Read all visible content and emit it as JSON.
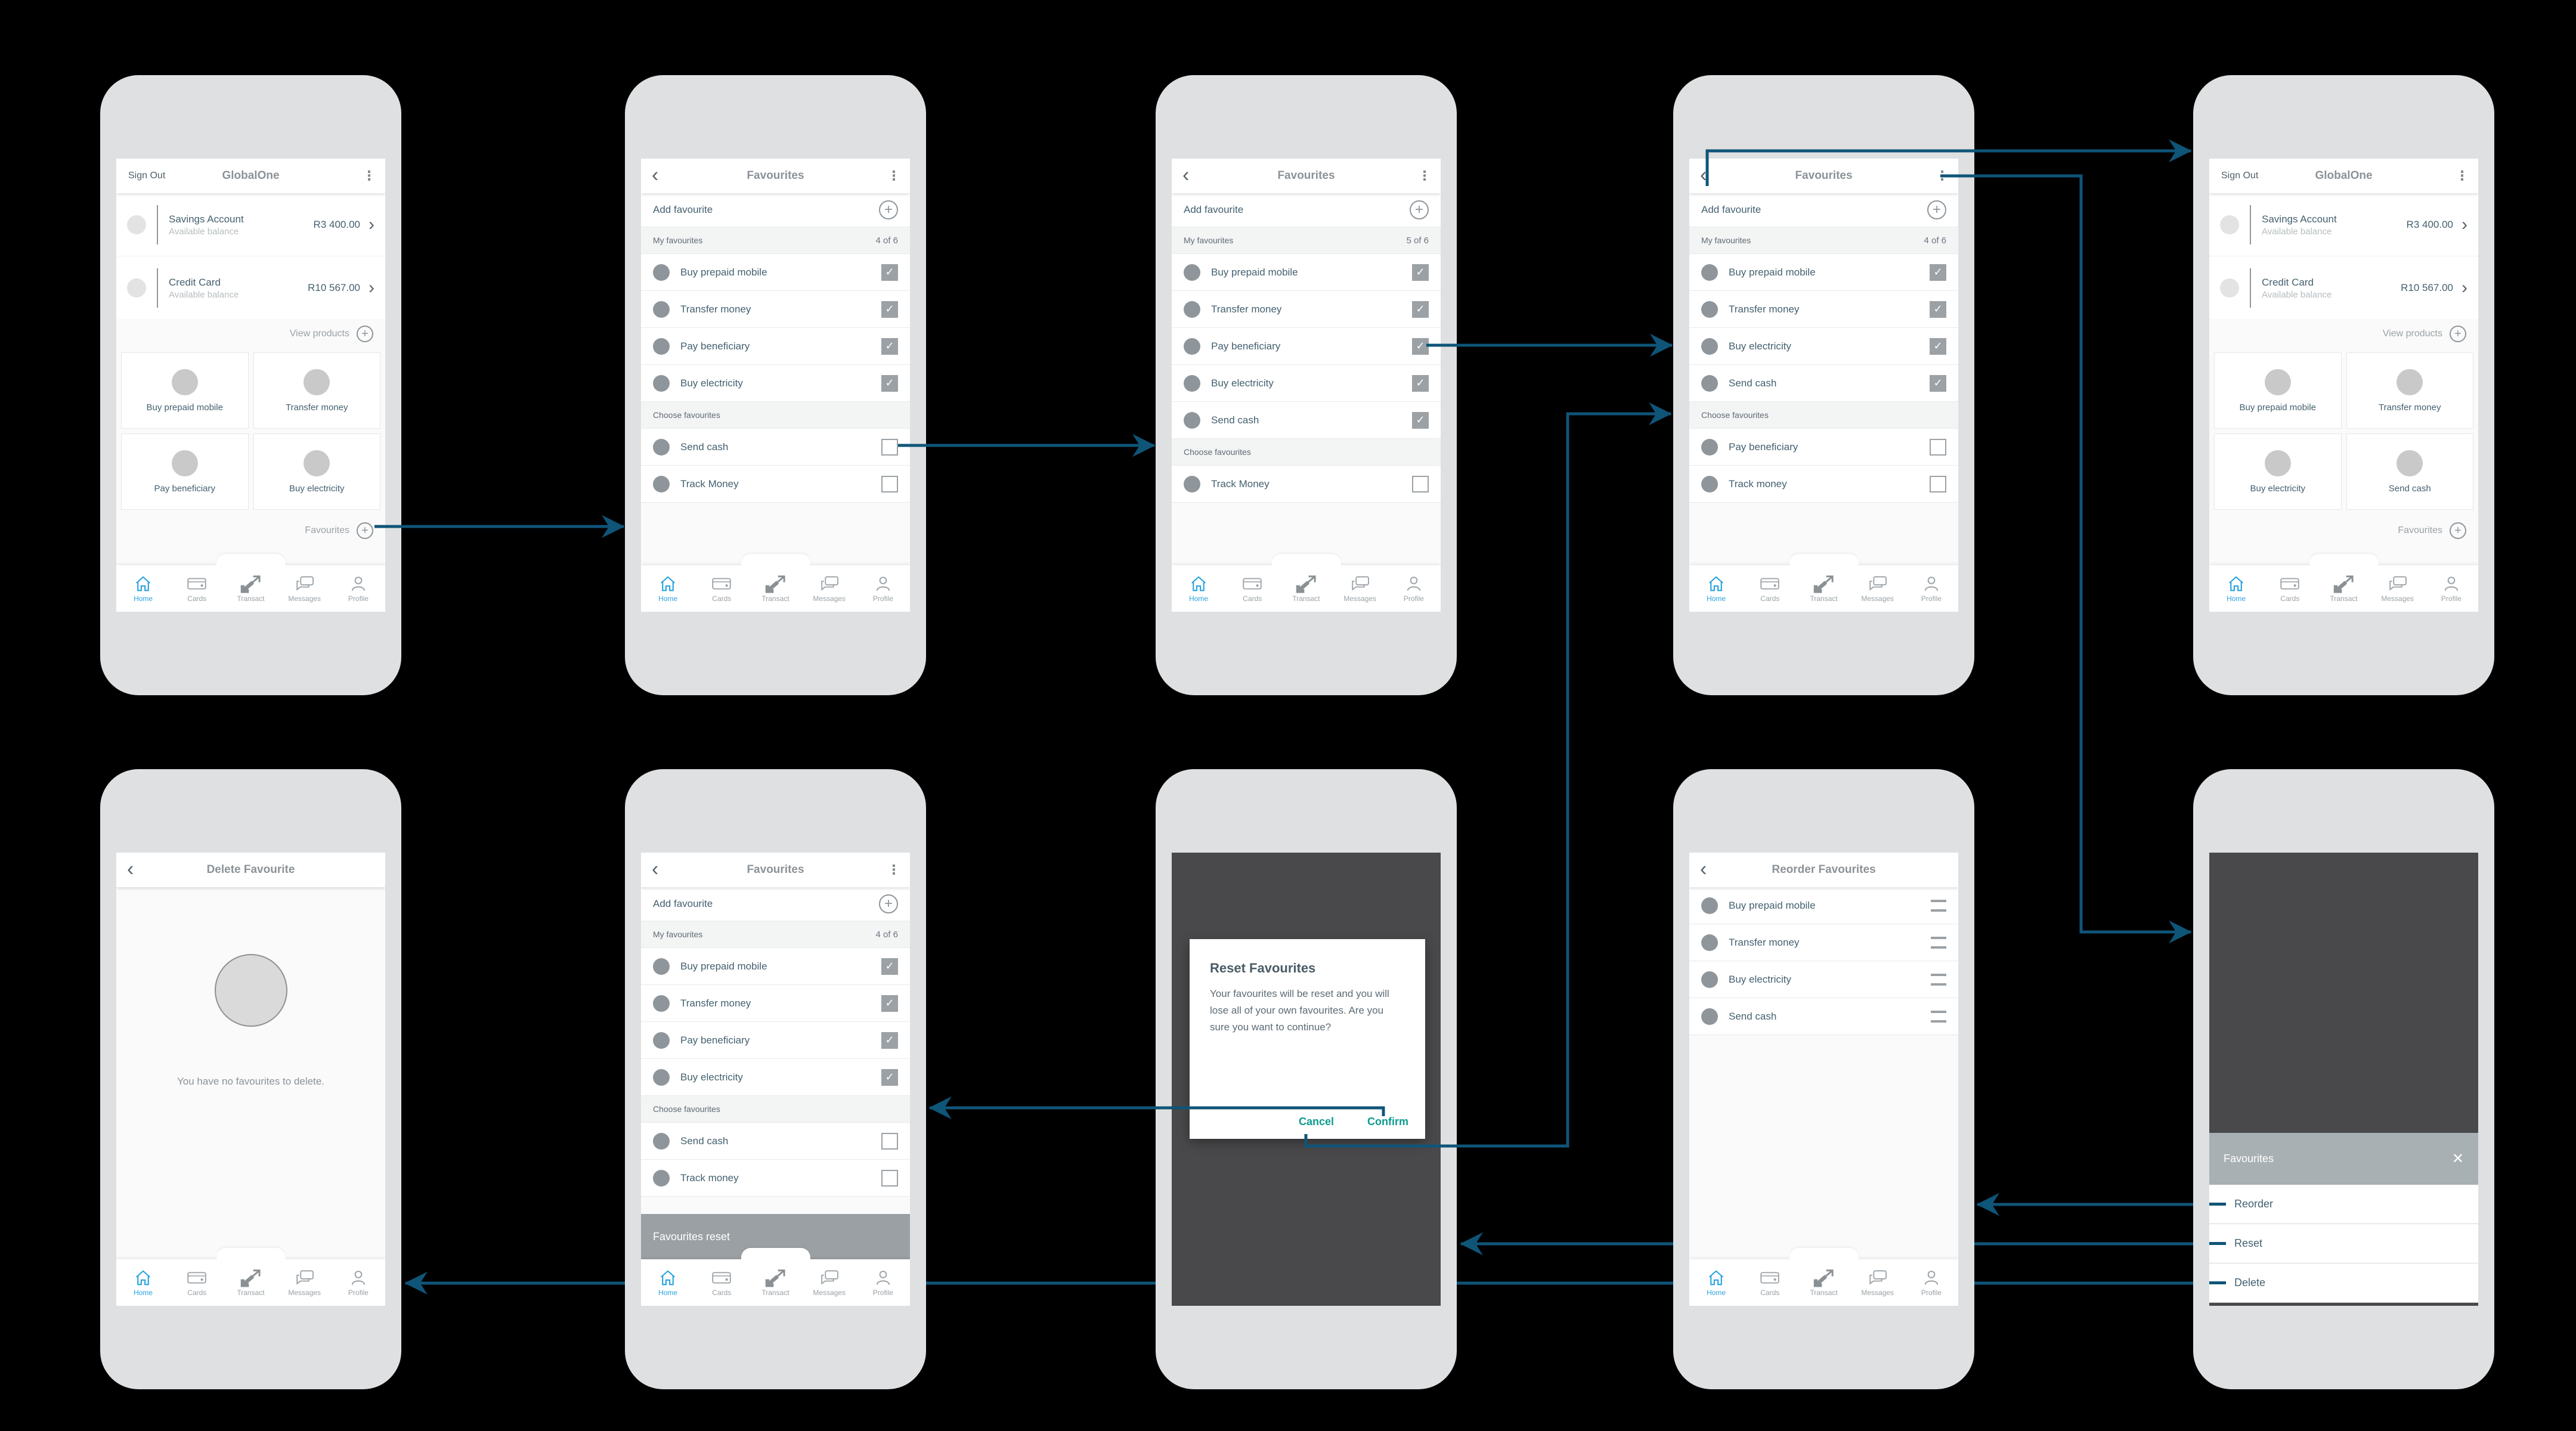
{
  "icons": {
    "back": "‹",
    "kebab": "⋮",
    "check": "✓",
    "close": "✕",
    "plus": "+",
    "chevron": "›"
  },
  "colors": {
    "arrow": "#0f5578",
    "active_blue": "#2aa3df",
    "teal": "#0d9b8f",
    "overlay": "#49494b",
    "toast_gray": "#9aa0a3"
  },
  "nav": {
    "items": [
      {
        "id": "home",
        "label": "Home",
        "active": true
      },
      {
        "id": "cards",
        "label": "Cards",
        "active": false
      },
      {
        "id": "transact",
        "label": "Transact",
        "active": false
      },
      {
        "id": "messages",
        "label": "Messages",
        "active": false
      },
      {
        "id": "profile",
        "label": "Profile",
        "active": false
      }
    ]
  },
  "phone1": {
    "sign_out": "Sign Out",
    "title": "GlobalOne",
    "accounts": [
      {
        "name": "Savings Account",
        "sub": "Available balance",
        "amount": "R3 400.00"
      },
      {
        "name": "Credit Card",
        "sub": "Available balance",
        "amount": "R10 567.00"
      }
    ],
    "view_products": "View products",
    "tiles": [
      "Buy prepaid mobile",
      "Transfer money",
      "Pay beneficiary",
      "Buy electricity"
    ],
    "favourites_link": "Favourites"
  },
  "phone2": {
    "title": "Favourites",
    "add_favourite": "Add favourite",
    "my_favourites": "My favourites",
    "count": "4 of 6",
    "choose_favourites": "Choose favourites",
    "my_items": [
      {
        "label": "Buy prepaid mobile",
        "checked": true
      },
      {
        "label": "Transfer money",
        "checked": true
      },
      {
        "label": "Pay beneficiary",
        "checked": true
      },
      {
        "label": "Buy electricity",
        "checked": true
      }
    ],
    "choose_items": [
      {
        "label": "Send cash",
        "checked": false
      },
      {
        "label": "Track Money",
        "checked": false
      }
    ]
  },
  "phone3": {
    "title": "Favourites",
    "add_favourite": "Add favourite",
    "my_favourites": "My favourites",
    "count": "5 of 6",
    "choose_favourites": "Choose favourites",
    "my_items": [
      {
        "label": "Buy prepaid mobile",
        "checked": true
      },
      {
        "label": "Transfer money",
        "checked": true
      },
      {
        "label": "Pay beneficiary",
        "checked": true
      },
      {
        "label": "Buy electricity",
        "checked": true
      },
      {
        "label": "Send cash",
        "checked": true
      }
    ],
    "choose_items": [
      {
        "label": "Track Money",
        "checked": false
      }
    ]
  },
  "phone4": {
    "title": "Favourites",
    "add_favourite": "Add favourite",
    "my_favourites": "My favourites",
    "count": "4 of 6",
    "choose_favourites": "Choose favourites",
    "my_items": [
      {
        "label": "Buy prepaid mobile",
        "checked": true
      },
      {
        "label": "Transfer money",
        "checked": true
      },
      {
        "label": "Buy electricity",
        "checked": true
      },
      {
        "label": "Send cash",
        "checked": true
      }
    ],
    "choose_items": [
      {
        "label": "Pay beneficiary",
        "checked": false
      },
      {
        "label": "Track money",
        "checked": false
      }
    ]
  },
  "phone5": {
    "sign_out": "Sign Out",
    "title": "GlobalOne",
    "accounts": [
      {
        "name": "Savings Account",
        "sub": "Available balance",
        "amount": "R3 400.00"
      },
      {
        "name": "Credit Card",
        "sub": "Available balance",
        "amount": "R10 567.00"
      }
    ],
    "view_products": "View products",
    "tiles": [
      "Buy prepaid mobile",
      "Transfer money",
      "Buy electricity",
      "Send cash"
    ],
    "favourites_link": "Favourites"
  },
  "phone6": {
    "title": "Delete Favourite",
    "empty_text": "You have no favourites to delete."
  },
  "phone7": {
    "title": "Favourites",
    "add_favourite": "Add favourite",
    "my_favourites": "My favourites",
    "count": "4 of 6",
    "choose_favourites": "Choose favourites",
    "my_items": [
      {
        "label": "Buy prepaid mobile",
        "checked": true
      },
      {
        "label": "Transfer money",
        "checked": true
      },
      {
        "label": "Pay beneficiary",
        "checked": true
      },
      {
        "label": "Buy electricity",
        "checked": true
      }
    ],
    "choose_items": [
      {
        "label": "Send cash",
        "checked": false
      },
      {
        "label": "Track money",
        "checked": false
      }
    ],
    "toast": "Favourites reset"
  },
  "phone8": {
    "title": "Reset Favourites",
    "body": "Your favourites will be reset and you will lose all of your own favourites. Are you sure you want to continue?",
    "cancel": "Cancel",
    "confirm": "Confirm"
  },
  "phone9": {
    "title": "Reorder Favourites",
    "items": [
      "Buy prepaid mobile",
      "Transfer money",
      "Buy electricity",
      "Send cash"
    ]
  },
  "phone10": {
    "sheet_title": "Favourites",
    "menu": [
      "Reorder",
      "Reset",
      "Delete"
    ]
  }
}
